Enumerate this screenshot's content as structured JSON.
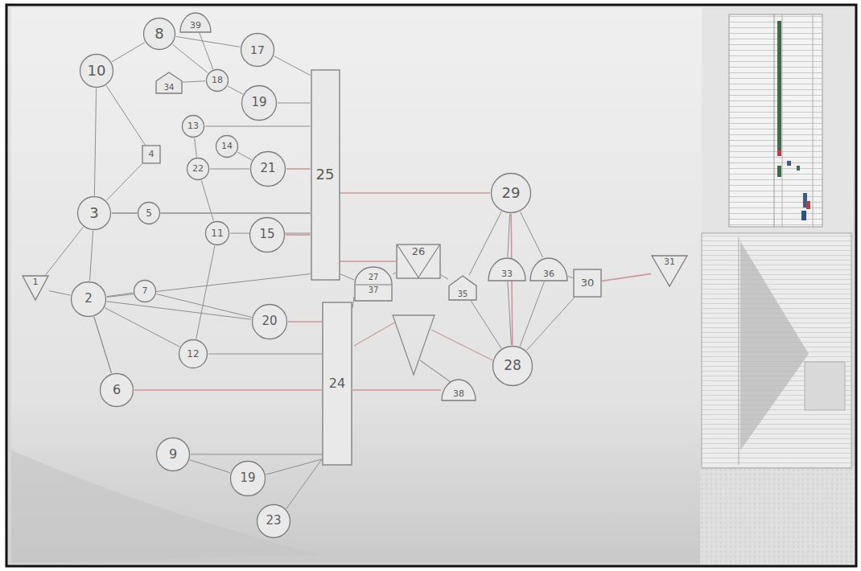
{
  "diagram": {
    "nodes": [
      {
        "text": [
          "10"
        ]
      },
      {
        "text": [
          "8"
        ]
      },
      {
        "text": [
          "39"
        ]
      },
      {
        "text": [
          "17"
        ]
      },
      {
        "text": [
          "34"
        ]
      },
      {
        "text": [
          "18"
        ]
      },
      {
        "text": [
          "19"
        ]
      },
      {
        "text": [
          "4"
        ]
      },
      {
        "text": [
          "13"
        ]
      },
      {
        "text": [
          "14"
        ]
      },
      {
        "text": [
          "22"
        ]
      },
      {
        "text": [
          "21"
        ]
      },
      {
        "text": [
          "3"
        ]
      },
      {
        "text": [
          "5"
        ]
      },
      {
        "text": [
          "11"
        ]
      },
      {
        "text": [
          "15"
        ]
      },
      {
        "text": [
          "1"
        ]
      },
      {
        "text": [
          "2"
        ]
      },
      {
        "text": [
          "7"
        ]
      },
      {
        "text": [
          "20"
        ]
      },
      {
        "text": [
          "12"
        ]
      },
      {
        "text": [
          "6"
        ]
      },
      {
        "text": [
          "9"
        ]
      },
      {
        "text": [
          "19"
        ]
      },
      {
        "text": [
          "23"
        ]
      },
      {
        "text": [
          "25"
        ]
      },
      {
        "text": [
          "24"
        ]
      },
      {
        "text": [
          "27",
          "37"
        ]
      },
      {
        "text": [
          "26"
        ]
      },
      {
        "text": [
          "35"
        ]
      },
      {
        "text": [
          "38"
        ]
      },
      {
        "text": [
          "29"
        ]
      },
      {
        "text": [
          "33"
        ]
      },
      {
        "text": [
          "36"
        ]
      },
      {
        "text": [
          "30"
        ]
      },
      {
        "text": [
          "28"
        ]
      },
      {
        "text": [
          "31"
        ]
      }
    ],
    "edges": [
      {
        "from": 0,
        "to": 12,
        "arrow": "none"
      },
      {
        "from": 0,
        "to": 1,
        "arrow": "none"
      },
      {
        "from": 1,
        "to": 3,
        "arrow": "none"
      },
      {
        "from": 1,
        "to": 5,
        "arrow": "none"
      },
      {
        "from": 2,
        "to": 5,
        "arrow": "none"
      },
      {
        "from": 3,
        "to": 25,
        "arrow": "none"
      },
      {
        "from": 4,
        "to": 5,
        "arrow": "none"
      },
      {
        "from": 5,
        "to": 6,
        "arrow": "none"
      },
      {
        "from": 6,
        "to": 25,
        "arrow": "none"
      },
      {
        "from": 0,
        "to": 7,
        "arrow": "none"
      },
      {
        "from": 7,
        "to": 12,
        "arrow": "none"
      },
      {
        "from": 8,
        "to": 25,
        "arrow": "none"
      },
      {
        "from": 9,
        "to": 11,
        "arrow": "none"
      },
      {
        "from": 10,
        "to": 11,
        "arrow": "none"
      },
      {
        "from": 11,
        "to": 25,
        "arrow": "none"
      },
      {
        "from": 12,
        "to": 13,
        "arrow": "none"
      },
      {
        "from": 12,
        "to": 17,
        "arrow": "none"
      },
      {
        "from": 13,
        "to": 25,
        "arrow": "none"
      },
      {
        "from": 14,
        "to": 25,
        "arrow": "none"
      },
      {
        "from": 15,
        "to": 25,
        "arrow": "none"
      },
      {
        "from": 16,
        "to": 17,
        "arrow": "none"
      },
      {
        "from": 16,
        "to": 12,
        "arrow": "none"
      },
      {
        "from": 17,
        "to": 18,
        "arrow": "none"
      },
      {
        "from": 17,
        "to": 19,
        "arrow": "none"
      },
      {
        "from": 17,
        "to": 21,
        "arrow": "none"
      },
      {
        "from": 17,
        "to": 20,
        "arrow": "none"
      },
      {
        "from": 18,
        "to": 19,
        "arrow": "none"
      },
      {
        "from": 19,
        "to": 26,
        "arrow": "none"
      },
      {
        "from": 20,
        "to": 26,
        "arrow": "none"
      },
      {
        "from": 21,
        "to": 26,
        "arrow": "none"
      },
      {
        "from": 22,
        "to": 26,
        "arrow": "none"
      },
      {
        "from": 22,
        "to": 23,
        "arrow": "none"
      },
      {
        "from": 23,
        "to": 26,
        "arrow": "none"
      },
      {
        "from": 24,
        "to": 26,
        "arrow": "none"
      },
      {
        "from": 25,
        "to": 31,
        "arrow": "none"
      },
      {
        "from": 25,
        "to": 28,
        "arrow": "none"
      },
      {
        "from": 25,
        "to": 27,
        "arrow": "none"
      },
      {
        "from": 26,
        "to": 27,
        "arrow": "none"
      },
      {
        "from": 26,
        "to": 30,
        "arrow": "none"
      },
      {
        "from": 27,
        "to": 28,
        "arrow": "none"
      },
      {
        "from": 28,
        "to": 29,
        "arrow": "none"
      },
      {
        "from": 29,
        "to": 31,
        "arrow": "none"
      },
      {
        "from": 29,
        "to": 35,
        "arrow": "none"
      },
      {
        "from": 31,
        "to": 32,
        "arrow": "none"
      },
      {
        "from": 31,
        "to": 33,
        "arrow": "none"
      },
      {
        "from": 31,
        "to": 35,
        "arrow": "none"
      },
      {
        "from": 35,
        "to": 32,
        "arrow": "none"
      },
      {
        "from": 35,
        "to": 33,
        "arrow": "none"
      },
      {
        "from": 33,
        "to": 34,
        "arrow": "none"
      },
      {
        "from": 35,
        "to": 34,
        "arrow": "none"
      },
      {
        "from": 34,
        "to": 36,
        "arrow": "none"
      },
      {
        "from": 17,
        "to": 25,
        "arrow": "none"
      },
      {
        "from": 12,
        "to": 25,
        "arrow": "none"
      },
      {
        "from": 21,
        "to": 17,
        "arrow": "none"
      },
      {
        "from": 8,
        "to": 10,
        "arrow": "none"
      },
      {
        "from": 10,
        "to": 14,
        "arrow": "none"
      },
      {
        "from": 14,
        "to": 20,
        "arrow": "none"
      }
    ]
  }
}
